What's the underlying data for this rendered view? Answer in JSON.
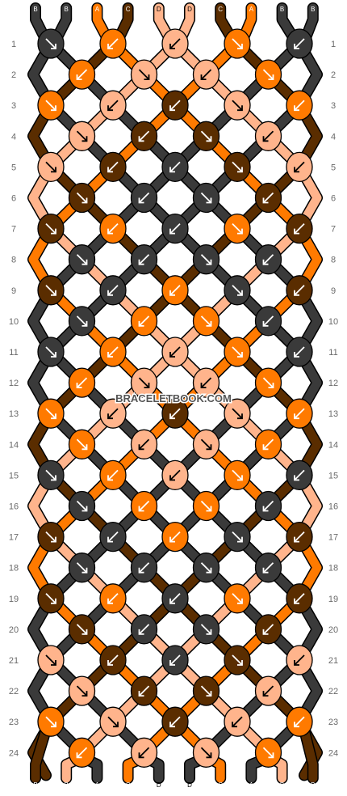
{
  "strand_labels_top": [
    "B",
    "B",
    "A",
    "C",
    "D",
    "D",
    "C",
    "A",
    "B",
    "B"
  ],
  "strand_labels_bottom": [
    "B",
    "B",
    "A",
    "C",
    "D",
    "D",
    "C",
    "A",
    "B",
    "B"
  ],
  "row_numbers": [
    "1",
    "2",
    "3",
    "4",
    "5",
    "6",
    "7",
    "8",
    "9",
    "10",
    "11",
    "12",
    "13",
    "14",
    "15",
    "16",
    "17",
    "18",
    "19",
    "20",
    "21",
    "22",
    "23",
    "24"
  ],
  "watermark": "BRACELETBOOK.COM",
  "colors": {
    "A": "#ff7a00",
    "B": "#3a3a3a",
    "C": "#5a2d00",
    "D": "#ffb48c"
  },
  "knot_rows": [
    [
      {
        "c": "B",
        "d": "SE"
      },
      {
        "c": "A",
        "d": "SW"
      },
      {
        "c": "D",
        "d": "SW"
      },
      {
        "c": "A",
        "d": "SE"
      },
      {
        "c": "B",
        "d": "SW"
      }
    ],
    [
      {
        "c": "A",
        "d": "SW"
      },
      {
        "c": "D",
        "d": "SE"
      },
      {
        "c": "D",
        "d": "SW"
      },
      {
        "c": "A",
        "d": "SE"
      }
    ],
    [
      {
        "c": "A",
        "d": "SE"
      },
      {
        "c": "D",
        "d": "SW"
      },
      {
        "c": "C",
        "d": "SW"
      },
      {
        "c": "D",
        "d": "SE"
      },
      {
        "c": "A",
        "d": "SW"
      }
    ],
    [
      {
        "c": "D",
        "d": "SE"
      },
      {
        "c": "C",
        "d": "SW"
      },
      {
        "c": "C",
        "d": "SE"
      },
      {
        "c": "D",
        "d": "SW"
      }
    ],
    [
      {
        "c": "D",
        "d": "SE"
      },
      {
        "c": "C",
        "d": "SW"
      },
      {
        "c": "B",
        "d": "SW"
      },
      {
        "c": "C",
        "d": "SE"
      },
      {
        "c": "D",
        "d": "SW"
      }
    ],
    [
      {
        "c": "C",
        "d": "SE"
      },
      {
        "c": "B",
        "d": "SW"
      },
      {
        "c": "B",
        "d": "SE"
      },
      {
        "c": "C",
        "d": "SW"
      }
    ],
    [
      {
        "c": "C",
        "d": "SE"
      },
      {
        "c": "A",
        "d": "SW"
      },
      {
        "c": "B",
        "d": "SW"
      },
      {
        "c": "A",
        "d": "SE"
      },
      {
        "c": "C",
        "d": "SW"
      }
    ],
    [
      {
        "c": "B",
        "d": "SE"
      },
      {
        "c": "B",
        "d": "SW"
      },
      {
        "c": "B",
        "d": "SE"
      },
      {
        "c": "B",
        "d": "SW"
      }
    ],
    [
      {
        "c": "C",
        "d": "SE"
      },
      {
        "c": "B",
        "d": "SW"
      },
      {
        "c": "A",
        "d": "SW"
      },
      {
        "c": "B",
        "d": "SE"
      },
      {
        "c": "C",
        "d": "SW"
      }
    ],
    [
      {
        "c": "B",
        "d": "SE"
      },
      {
        "c": "A",
        "d": "SW"
      },
      {
        "c": "A",
        "d": "SE"
      },
      {
        "c": "B",
        "d": "SW"
      }
    ],
    [
      {
        "c": "B",
        "d": "SE"
      },
      {
        "c": "A",
        "d": "SW"
      },
      {
        "c": "D",
        "d": "SW"
      },
      {
        "c": "A",
        "d": "SE"
      },
      {
        "c": "B",
        "d": "SW"
      }
    ],
    [
      {
        "c": "A",
        "d": "SW"
      },
      {
        "c": "D",
        "d": "SE"
      },
      {
        "c": "D",
        "d": "SW"
      },
      {
        "c": "A",
        "d": "SE"
      }
    ],
    [
      {
        "c": "A",
        "d": "SE"
      },
      {
        "c": "D",
        "d": "SW"
      },
      {
        "c": "C",
        "d": "SW"
      },
      {
        "c": "D",
        "d": "SE"
      },
      {
        "c": "A",
        "d": "SW"
      }
    ],
    [
      {
        "c": "A",
        "d": "SE"
      },
      {
        "c": "D",
        "d": "SW"
      },
      {
        "c": "D",
        "d": "SE"
      },
      {
        "c": "A",
        "d": "SW"
      }
    ],
    [
      {
        "c": "B",
        "d": "SE"
      },
      {
        "c": "A",
        "d": "SW"
      },
      {
        "c": "D",
        "d": "SW"
      },
      {
        "c": "A",
        "d": "SE"
      },
      {
        "c": "B",
        "d": "SW"
      }
    ],
    [
      {
        "c": "B",
        "d": "SE"
      },
      {
        "c": "A",
        "d": "SW"
      },
      {
        "c": "A",
        "d": "SE"
      },
      {
        "c": "B",
        "d": "SW"
      }
    ],
    [
      {
        "c": "C",
        "d": "SE"
      },
      {
        "c": "B",
        "d": "SW"
      },
      {
        "c": "A",
        "d": "SW"
      },
      {
        "c": "B",
        "d": "SE"
      },
      {
        "c": "C",
        "d": "SW"
      }
    ],
    [
      {
        "c": "B",
        "d": "SE"
      },
      {
        "c": "B",
        "d": "SW"
      },
      {
        "c": "B",
        "d": "SE"
      },
      {
        "c": "B",
        "d": "SW"
      }
    ],
    [
      {
        "c": "C",
        "d": "SE"
      },
      {
        "c": "A",
        "d": "SW"
      },
      {
        "c": "B",
        "d": "SW"
      },
      {
        "c": "A",
        "d": "SE"
      },
      {
        "c": "C",
        "d": "SW"
      }
    ],
    [
      {
        "c": "C",
        "d": "SE"
      },
      {
        "c": "B",
        "d": "SW"
      },
      {
        "c": "B",
        "d": "SE"
      },
      {
        "c": "C",
        "d": "SW"
      }
    ],
    [
      {
        "c": "D",
        "d": "SE"
      },
      {
        "c": "C",
        "d": "SW"
      },
      {
        "c": "B",
        "d": "SW"
      },
      {
        "c": "C",
        "d": "SE"
      },
      {
        "c": "D",
        "d": "SW"
      }
    ],
    [
      {
        "c": "D",
        "d": "SE"
      },
      {
        "c": "C",
        "d": "SW"
      },
      {
        "c": "C",
        "d": "SE"
      },
      {
        "c": "D",
        "d": "SW"
      }
    ],
    [
      {
        "c": "A",
        "d": "SE"
      },
      {
        "c": "D",
        "d": "SE"
      },
      {
        "c": "C",
        "d": "SW"
      },
      {
        "c": "D",
        "d": "SW"
      },
      {
        "c": "A",
        "d": "SW"
      }
    ],
    [
      {
        "c": "A",
        "d": "SW"
      },
      {
        "c": "D",
        "d": "SW"
      },
      {
        "c": "D",
        "d": "SE"
      },
      {
        "c": "A",
        "d": "SE"
      }
    ]
  ]
}
